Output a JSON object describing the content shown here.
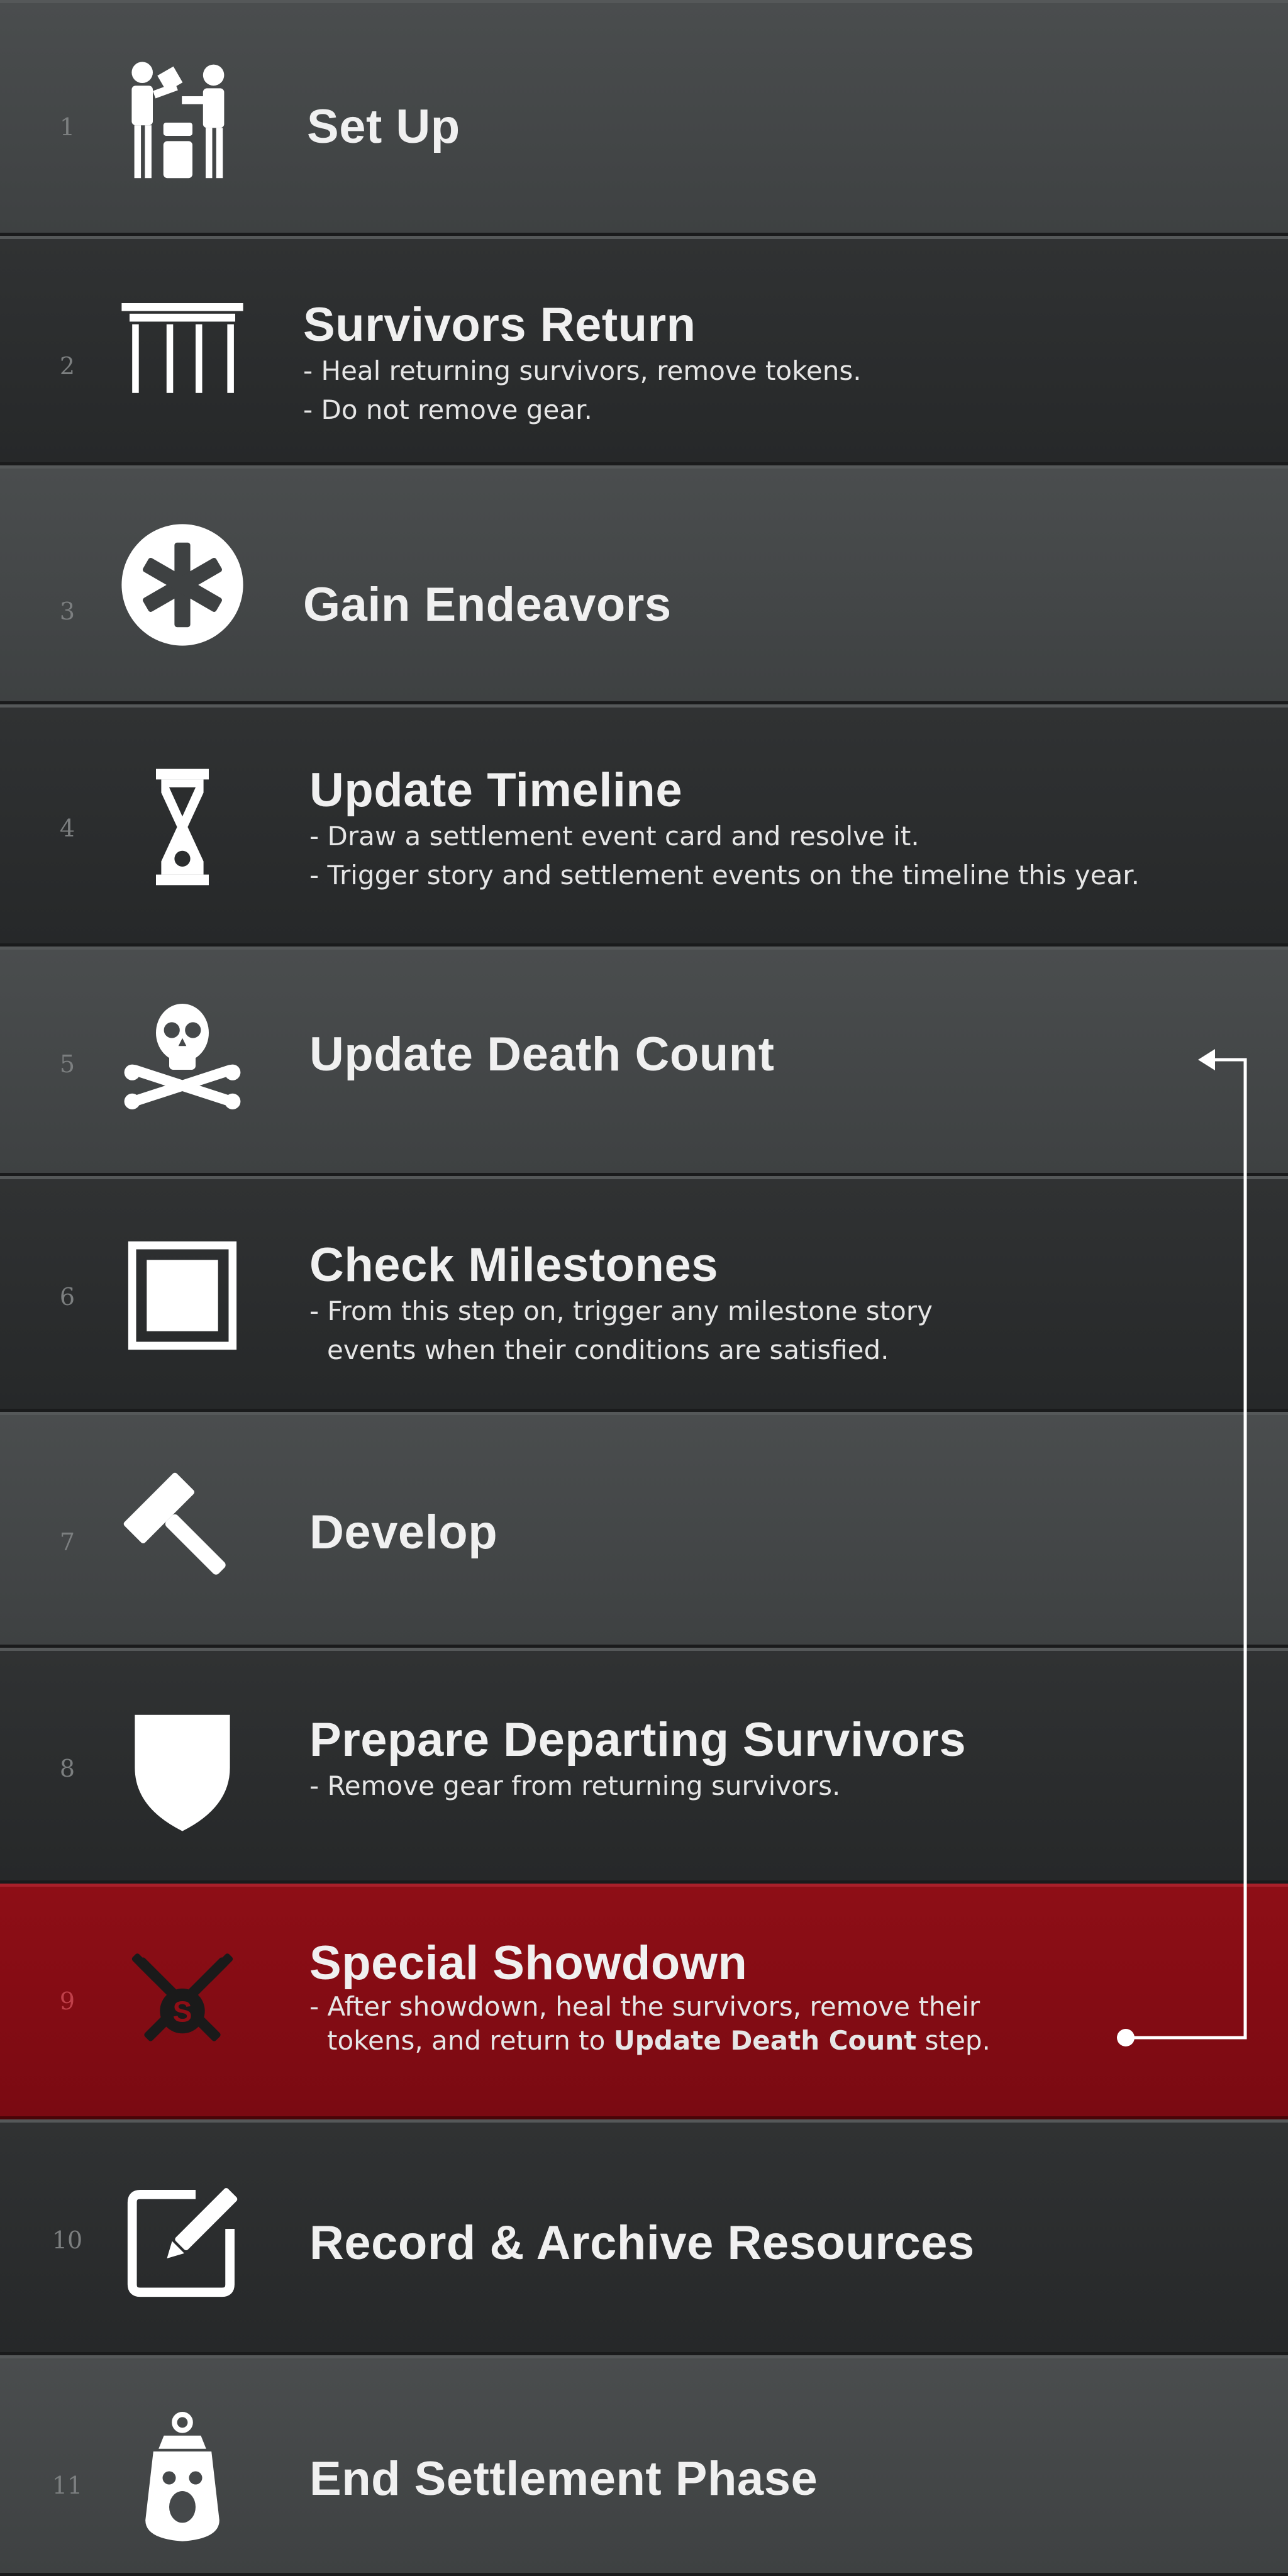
{
  "steps": [
    {
      "number": "1",
      "icon": "two-figures-icon",
      "title": "Set Up"
    },
    {
      "number": "2",
      "icon": "gate-icon",
      "title": "Survivors Return",
      "lines": [
        "- Heal returning survivors, remove tokens.",
        "- Do not remove gear."
      ]
    },
    {
      "number": "3",
      "icon": "endeavor-asterisk-icon",
      "title": "Gain Endeavors"
    },
    {
      "number": "4",
      "icon": "hourglass-icon",
      "title": "Update Timeline",
      "lines": [
        "- Draw a settlement event card and resolve it.",
        "- Trigger story and settlement events on the timeline this year."
      ]
    },
    {
      "number": "5",
      "icon": "skull-crossbones-icon",
      "title": "Update Death Count"
    },
    {
      "number": "6",
      "icon": "square-checkbox-icon",
      "title": "Check Milestones",
      "lines": [
        "- From this step on, trigger any milestone story",
        "events when their conditions are satisfied."
      ]
    },
    {
      "number": "7",
      "icon": "hammer-icon",
      "title": "Develop"
    },
    {
      "number": "8",
      "icon": "shield-icon",
      "title": "Prepare Departing Survivors",
      "lines": [
        "- Remove gear from returning survivors."
      ]
    },
    {
      "number": "9",
      "icon": "crossed-swords-s-icon",
      "title": "Special Showdown",
      "line1": "- After showdown, heal the survivors, remove their",
      "line2_before": "tokens, and return to ",
      "line2_bold": "Update Death Count",
      "line2_after": " step."
    },
    {
      "number": "10",
      "icon": "edit-pencil-icon",
      "title": "Record & Archive Resources"
    },
    {
      "number": "11",
      "icon": "lantern-icon",
      "title": "End Settlement Phase"
    }
  ],
  "colors": {
    "highlight": "#8e0e16",
    "light_row": "#45484a",
    "dark_row": "#2b2d2e",
    "text": "#f0f0f0"
  }
}
